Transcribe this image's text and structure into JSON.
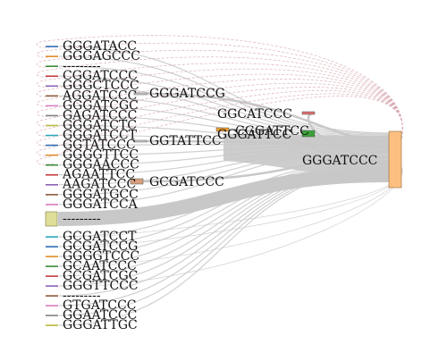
{
  "left_nodes": [
    {
      "label": "GGGATACC",
      "color": "#2f6db3"
    },
    {
      "label": "GGGAGCCC",
      "color": "#e08c2a"
    },
    {
      "label": "---------",
      "color": "#3a8a3a"
    },
    {
      "label": "CGGATCCC",
      "color": "#c43b3b"
    },
    {
      "label": "GGGCTCCC",
      "color": "#8b62b8"
    },
    {
      "label": "AGGATCCC",
      "color": "#8a5a3c"
    },
    {
      "label": "GGGATCGC",
      "color": "#d87cc0"
    },
    {
      "label": "GAGATCCC",
      "color": "#7f7f7f"
    },
    {
      "label": "GGGATCTC",
      "color": "#b8b83a"
    },
    {
      "label": "GGGATCCT",
      "color": "#2aa7b8"
    },
    {
      "label": "GGTATCCC",
      "color": "#2f6db3"
    },
    {
      "label": "GGGGTTCC",
      "color": "#e08c2a"
    },
    {
      "label": "GGGAACCC",
      "color": "#3a8a3a"
    },
    {
      "label": "AGAATTCC",
      "color": "#c43b3b"
    },
    {
      "label": "AAGATCCC",
      "color": "#8b62b8"
    },
    {
      "label": "GGGATGCC",
      "color": "#8a5a3c"
    },
    {
      "label": "GGGATCCA",
      "color": "#d87cc0"
    },
    {
      "label": "---------",
      "color": "#dede99"
    },
    {
      "label": "GCGATCCT",
      "color": "#2aa7b8"
    },
    {
      "label": "GCGATCCG",
      "color": "#2f6db3"
    },
    {
      "label": "GGGGTCCC",
      "color": "#e08c2a"
    },
    {
      "label": "GCAATCCC",
      "color": "#3a8a3a"
    },
    {
      "label": "GCGATCGC",
      "color": "#c43b3b"
    },
    {
      "label": "GGGTTCCC",
      "color": "#8b62b8"
    },
    {
      "label": "---------",
      "color": "#8a5a3c"
    },
    {
      "label": "GTGATCCC",
      "color": "#d87cc0"
    },
    {
      "label": "GGAATCCC",
      "color": "#7f7f7f"
    },
    {
      "label": "GGGATTGC",
      "color": "#b8b83a"
    }
  ],
  "middle_nodes": [
    {
      "label": "GGGATCCG",
      "color": "#cfcfcf"
    },
    {
      "label": "GGTATTCC",
      "color": "#cfcfcf"
    },
    {
      "label": "GCGATCCC",
      "color": "#d8a080"
    },
    {
      "label": "GGCATCCC",
      "color": "#e07070"
    },
    {
      "label": "GGGATTCC",
      "color": "#f0a030"
    },
    {
      "label": "CGGATTCC",
      "color": "#3aa03a"
    }
  ],
  "hub": {
    "label": "GGGATCCC",
    "color": "#fdbf80"
  },
  "link_color": "#c8c8c8",
  "dashed_link_color": "#d8a8b0"
}
